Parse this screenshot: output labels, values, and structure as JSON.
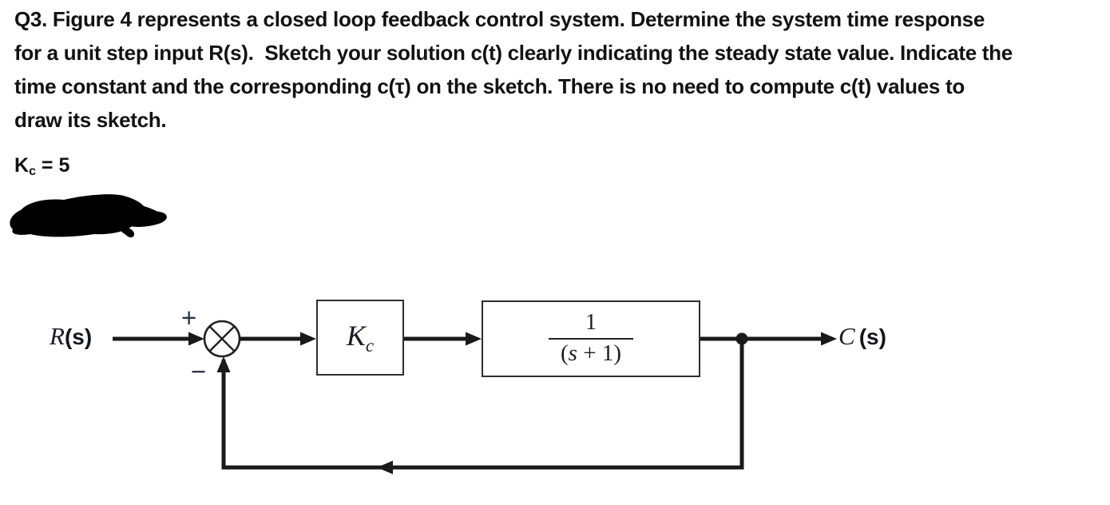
{
  "question": {
    "lines": [
      "Q3. Figure 4 represents a closed loop feedback control system. Determine the system time response",
      "for a unit step input R(s).  Sketch your solution c(t) clearly indicating the steady state value. Indicate the",
      "time constant and the corresponding c(τ) on the sketch. There is no need to compute c(t) values to",
      "draw its sketch."
    ]
  },
  "gain": {
    "base": "K",
    "sub": "c",
    "rest": " = 5"
  },
  "diagram": {
    "input_label": {
      "base": "R",
      "paren": "(s)"
    },
    "output_label": {
      "base": "C",
      "paren": "(s)"
    },
    "summing_junction": {
      "plus": "+",
      "minus": "−"
    },
    "controller_block": {
      "base": "K",
      "sub": "c"
    },
    "plant_block": {
      "numerator": "1",
      "den_open": "(",
      "den_s": "s",
      "den_rest": " + 1)"
    }
  },
  "colors": {
    "ink": "#1a1a1a",
    "box_border": "#2e2e2e",
    "text": "#121212"
  }
}
